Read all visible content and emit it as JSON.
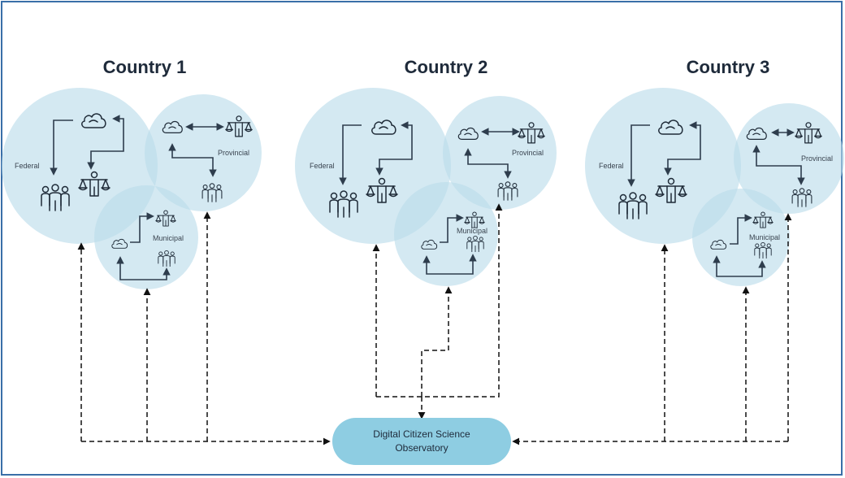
{
  "countries": [
    {
      "title": "Country 1",
      "federal": "Federal",
      "provincial": "Provincial",
      "municipal": "Municipal"
    },
    {
      "title": "Country 2",
      "federal": "Federal",
      "provincial": "Provincial",
      "municipal": "Municipal"
    },
    {
      "title": "Country 3",
      "federal": "Federal",
      "provincial": "Provincial",
      "municipal": "Municipal"
    }
  ],
  "observatory": {
    "line1": "Digital Citizen Science",
    "line2": "Observatory"
  },
  "colors": {
    "circle": "#b9dcea",
    "observatory": "#8ecde2",
    "frame": "#3a6fa8"
  },
  "icons": [
    "cloud-icon",
    "justice-scale-person-icon",
    "people-group-icon"
  ]
}
